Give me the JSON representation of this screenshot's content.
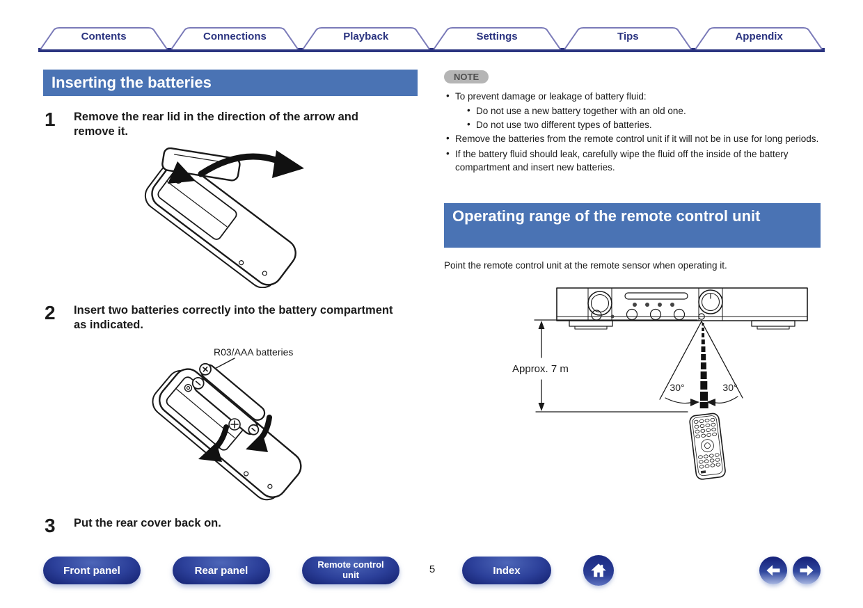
{
  "tabs": [
    "Contents",
    "Connections",
    "Playback",
    "Settings",
    "Tips",
    "Appendix"
  ],
  "left_section": {
    "heading": "Inserting the batteries",
    "steps": [
      {
        "num": "1",
        "text": "Remove the rear lid in the direction of the arrow and remove it."
      },
      {
        "num": "2",
        "text": "Insert two batteries correctly into the battery compartment as indicated."
      },
      {
        "num": "3",
        "text": "Put the rear cover back on."
      }
    ],
    "battery_label": "R03/AAA batteries"
  },
  "note_section": {
    "badge": "NOTE",
    "items": [
      {
        "level": 1,
        "text": "To prevent damage or leakage of battery fluid:"
      },
      {
        "level": 2,
        "text": "Do not use a new battery together with an old one."
      },
      {
        "level": 2,
        "text": "Do not use two different types of batteries."
      },
      {
        "level": 1,
        "text": "Remove the batteries from the remote control unit if it will not be in use for long periods."
      },
      {
        "level": 1,
        "text": "If the battery fluid should leak, carefully wipe the fluid off the inside of the battery compartment and insert new batteries."
      }
    ]
  },
  "range_section": {
    "heading": "Operating range of the remote control unit",
    "body": "Point the remote control unit at the remote sensor when operating it.",
    "diagram": {
      "distance_label": "Approx. 7 m",
      "angle_left": "30°",
      "angle_right": "30°"
    }
  },
  "footer": {
    "nav_buttons": [
      "Front panel",
      "Rear panel",
      "Remote control unit",
      "Index"
    ],
    "page_number": "5"
  },
  "colors": {
    "navy": "#2b3480",
    "tab_border": "#7a7ab8",
    "heading_bg": "#4a73b4",
    "note_badge_bg": "#b5b5b5",
    "button_dark": "#13206e",
    "button_mid": "#2c409a",
    "button_light": "#4d66b8"
  }
}
